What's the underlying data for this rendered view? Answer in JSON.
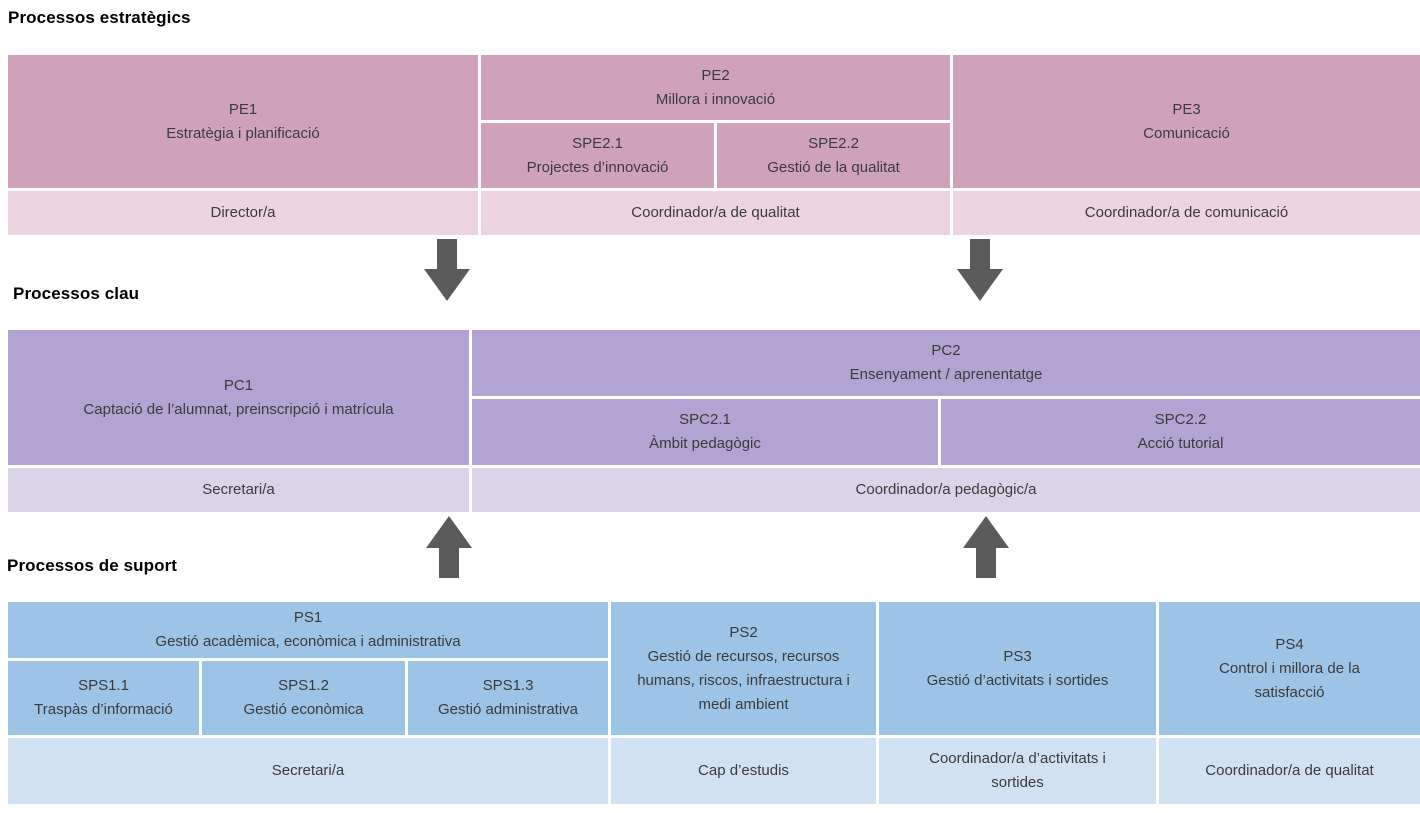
{
  "colors": {
    "strategic_main": "#d0a2ba",
    "strategic_light": "#ecd4e0",
    "key_main": "#b1a4d2",
    "key_light": "#dbd4e8",
    "support_main": "#9dc3e6",
    "support_light": "#d2e1f2",
    "arrow": "#5b5b5b",
    "background": "#ffffff",
    "text": "#3b3b3b"
  },
  "sections": {
    "strategic": {
      "title": "Processos estratègics",
      "processes": {
        "pe1": {
          "code": "PE1",
          "name": "Estratègia i planificació",
          "responsible": "Director/a"
        },
        "pe2": {
          "code": "PE2",
          "name": "Millora i innovació",
          "responsible": "Coordinador/a de qualitat",
          "subprocesses": [
            {
              "code": "SPE2.1",
              "name": "Projectes d’innovació"
            },
            {
              "code": "SPE2.2",
              "name": "Gestió de la qualitat"
            }
          ]
        },
        "pe3": {
          "code": "PE3",
          "name": "Comunicació",
          "responsible": "Coordinador/a de comunicació"
        }
      }
    },
    "key": {
      "title": "Processos clau",
      "processes": {
        "pc1": {
          "code": "PC1",
          "name": "Captació de l’alumnat, preinscripció i matrícula",
          "responsible": "Secretari/a"
        },
        "pc2": {
          "code": "PC2",
          "name": "Ensenyament / aprenentatge",
          "responsible": "Coordinador/a pedagògic/a",
          "subprocesses": [
            {
              "code": "SPC2.1",
              "name": "Àmbit pedagògic"
            },
            {
              "code": "SPC2.2",
              "name": "Acció tutorial"
            }
          ]
        }
      }
    },
    "support": {
      "title": "Processos de suport",
      "processes": {
        "ps1": {
          "code": "PS1",
          "name": "Gestió acadèmica, econòmica i administrativa",
          "responsible": "Secretari/a",
          "subprocesses": [
            {
              "code": "SPS1.1",
              "name": "Traspàs d’informació"
            },
            {
              "code": "SPS1.2",
              "name": "Gestió econòmica"
            },
            {
              "code": "SPS1.3",
              "name": "Gestió administrativa"
            }
          ]
        },
        "ps2": {
          "code": "PS2",
          "name": "Gestió de recursos, recursos humans, riscos, infraestructura i medi ambient",
          "responsible": "Cap d’estudis"
        },
        "ps3": {
          "code": "PS3",
          "name": "Gestió d’activitats i sortides",
          "responsible": "Coordinador/a d’activitats i sortides"
        },
        "ps4": {
          "code": "PS4",
          "name": "Control i millora de la satisfacció",
          "responsible": "Coordinador/a de qualitat"
        }
      }
    }
  },
  "arrows": {
    "down": 2,
    "up": 2
  }
}
